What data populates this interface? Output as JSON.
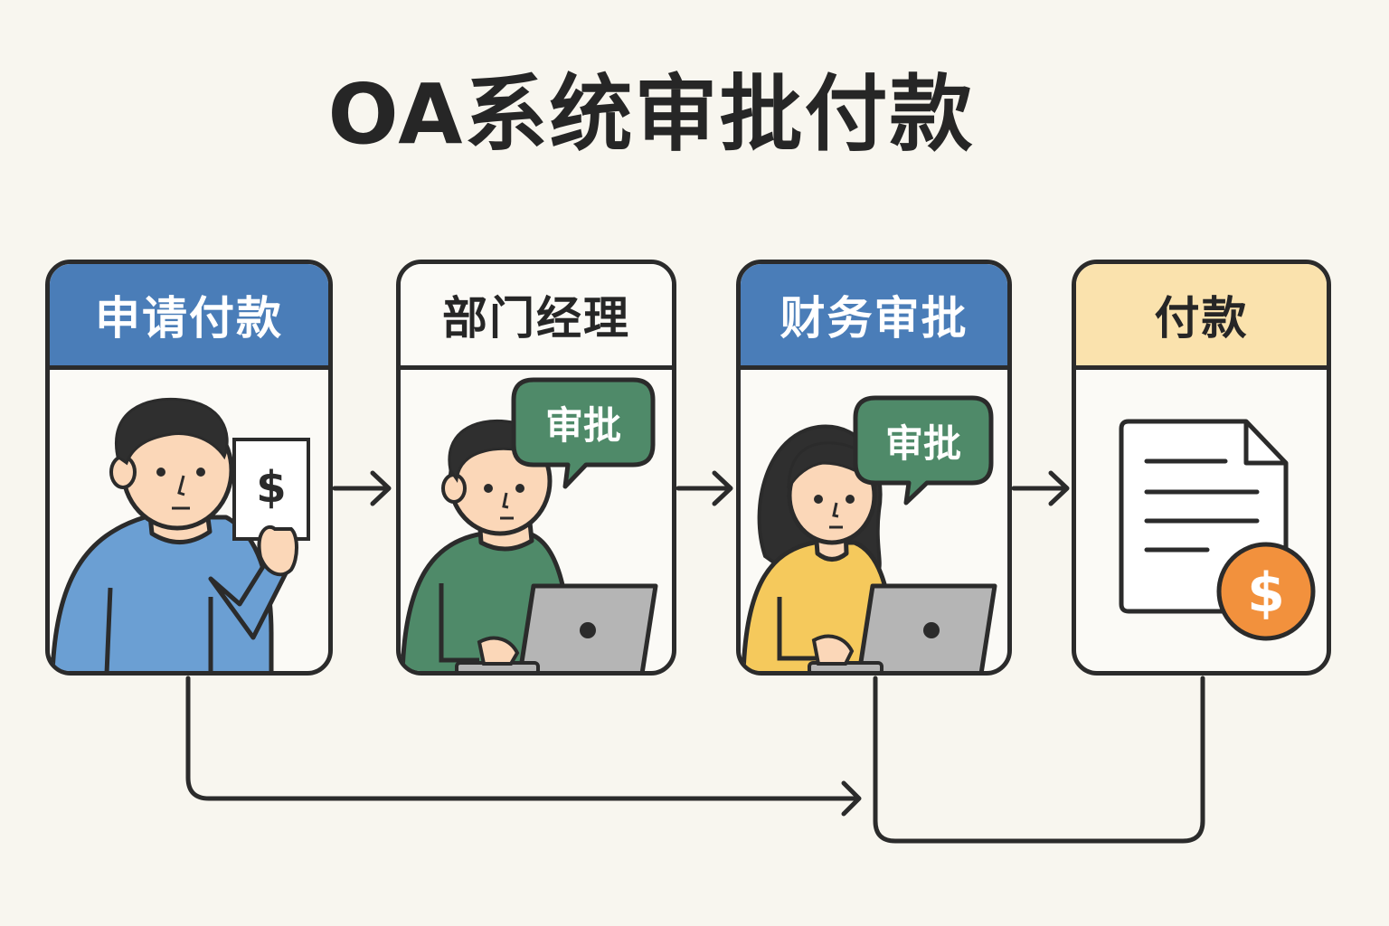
{
  "title": "OA系统审批付款",
  "steps": [
    {
      "label": "申请付款",
      "header_color": "#4a7db8"
    },
    {
      "label": "部门经理",
      "header_color": "#fbfaf6"
    },
    {
      "label": "财务审批",
      "header_color": "#4a7db8"
    },
    {
      "label": "付款",
      "header_color": "#fae2ad"
    }
  ],
  "bubbles": {
    "manager": "审批",
    "finance": "审批"
  },
  "symbols": {
    "dollar": "$"
  },
  "icons": [
    "person-with-bill-icon",
    "person-with-laptop-icon",
    "speech-bubble-icon",
    "document-icon",
    "dollar-coin-icon",
    "arrow-icon"
  ],
  "colors": {
    "background": "#f8f6ef",
    "blue": "#4a7db8",
    "green": "#4f8a69",
    "yellow": "#f5c95c",
    "peach": "#fae2ad",
    "orange": "#f2913d",
    "laptop": "#b5b5b5",
    "skin": "#fbd7b8",
    "hair": "#2f2f2f",
    "outline": "#2b2b2b"
  }
}
